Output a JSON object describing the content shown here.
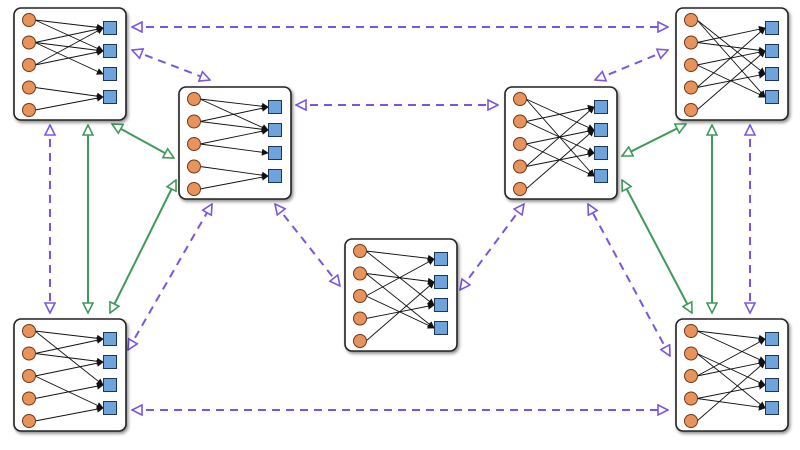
{
  "colors": {
    "dashed_link": "#7b55e0",
    "solid_link": "#3f9a5a",
    "input_node": "#e8935c",
    "output_node": "#6fa3dc",
    "box_border": "#222222"
  },
  "modules": [
    {
      "id": "top-left",
      "edges": [
        [
          0,
          0
        ],
        [
          0,
          1
        ],
        [
          1,
          1
        ],
        [
          1,
          2
        ],
        [
          1,
          0
        ],
        [
          2,
          0
        ],
        [
          2,
          1
        ],
        [
          3,
          3
        ],
        [
          4,
          3
        ]
      ]
    },
    {
      "id": "top-right",
      "edges": [
        [
          0,
          2
        ],
        [
          0,
          3
        ],
        [
          1,
          0
        ],
        [
          1,
          1
        ],
        [
          2,
          3
        ],
        [
          2,
          1
        ],
        [
          3,
          0
        ],
        [
          3,
          2
        ],
        [
          4,
          1
        ]
      ]
    },
    {
      "id": "mid-left",
      "edges": [
        [
          0,
          0
        ],
        [
          0,
          1
        ],
        [
          1,
          0
        ],
        [
          1,
          1
        ],
        [
          2,
          1
        ],
        [
          2,
          2
        ],
        [
          3,
          3
        ],
        [
          4,
          3
        ]
      ]
    },
    {
      "id": "mid-right",
      "edges": [
        [
          0,
          1
        ],
        [
          0,
          3
        ],
        [
          1,
          0
        ],
        [
          1,
          2
        ],
        [
          2,
          1
        ],
        [
          2,
          3
        ],
        [
          3,
          0
        ],
        [
          3,
          2
        ],
        [
          4,
          1
        ]
      ]
    },
    {
      "id": "center",
      "edges": [
        [
          0,
          0
        ],
        [
          0,
          2
        ],
        [
          1,
          1
        ],
        [
          1,
          3
        ],
        [
          2,
          0
        ],
        [
          2,
          3
        ],
        [
          3,
          2
        ],
        [
          4,
          1
        ]
      ]
    },
    {
      "id": "bottom-left",
      "edges": [
        [
          0,
          0
        ],
        [
          0,
          2
        ],
        [
          1,
          1
        ],
        [
          1,
          0
        ],
        [
          2,
          1
        ],
        [
          2,
          3
        ],
        [
          3,
          2
        ],
        [
          4,
          3
        ]
      ]
    },
    {
      "id": "bottom-right",
      "edges": [
        [
          0,
          0
        ],
        [
          0,
          1
        ],
        [
          1,
          2
        ],
        [
          1,
          3
        ],
        [
          2,
          1
        ],
        [
          2,
          0
        ],
        [
          3,
          3
        ],
        [
          3,
          2
        ],
        [
          4,
          1
        ]
      ]
    }
  ],
  "dashed_links": [
    [
      "top-left",
      "top-right"
    ],
    [
      "top-left",
      "mid-left"
    ],
    [
      "mid-left",
      "mid-right"
    ],
    [
      "top-right",
      "mid-right"
    ],
    [
      "mid-left",
      "center"
    ],
    [
      "mid-right",
      "center"
    ],
    [
      "bottom-left",
      "mid-left"
    ],
    [
      "bottom-right",
      "mid-right"
    ],
    [
      "bottom-left",
      "bottom-right"
    ],
    [
      "top-left",
      "bottom-left"
    ],
    [
      "top-right",
      "bottom-right"
    ]
  ],
  "solid_links": [
    [
      "top-left",
      "bottom-left"
    ],
    [
      "top-left",
      "mid-left"
    ],
    [
      "mid-left",
      "bottom-left"
    ],
    [
      "top-right",
      "mid-right"
    ],
    [
      "mid-right",
      "bottom-right"
    ],
    [
      "top-right",
      "bottom-right"
    ]
  ]
}
